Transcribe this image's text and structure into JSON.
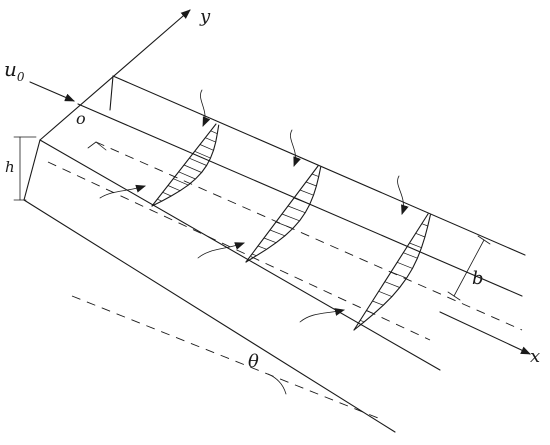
{
  "labels": {
    "y_axis": "y",
    "x_axis": "x",
    "inflow_symbol": "u",
    "inflow_subscript": "0",
    "origin": "o",
    "depth": "h",
    "width": "b",
    "angle": "θ"
  },
  "profiles": [
    {
      "name": "velocity-profile-1"
    },
    {
      "name": "velocity-profile-2"
    },
    {
      "name": "velocity-profile-3"
    }
  ]
}
